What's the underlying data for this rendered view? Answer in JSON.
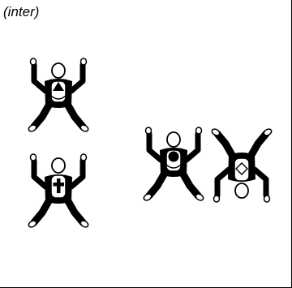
{
  "panel": {
    "label": "(inter)"
  },
  "colors": {
    "figure_fill": "#000000",
    "figure_highlight": "#ffffff",
    "outline": "#000000",
    "background": "#ffffff"
  },
  "jumpers": [
    {
      "id": "triangle",
      "marker": "triangle",
      "orientation": "upright"
    },
    {
      "id": "cross",
      "marker": "cross",
      "orientation": "upright"
    },
    {
      "id": "circle",
      "marker": "circle",
      "orientation": "upright"
    },
    {
      "id": "diamond",
      "marker": "diamond",
      "orientation": "inverted"
    }
  ]
}
